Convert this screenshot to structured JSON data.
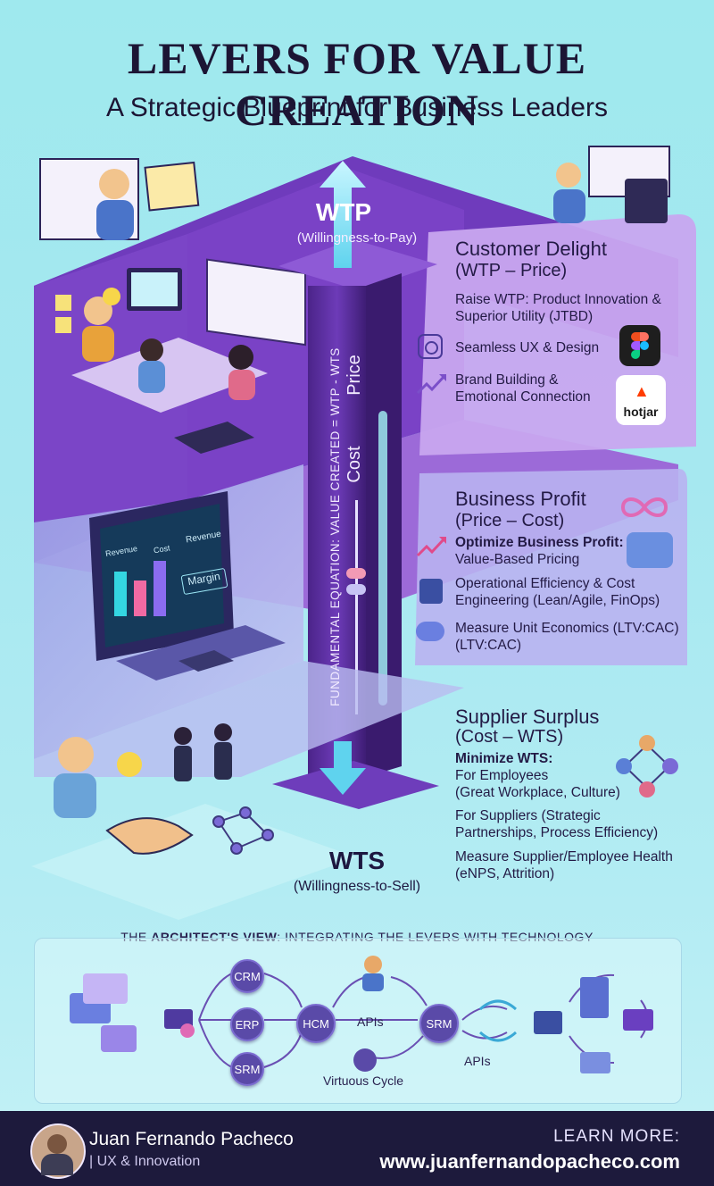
{
  "title": "LEVERS FOR VALUE CREATION",
  "subtitle": "A Strategic Blueprint for Business Leaders",
  "axis": {
    "wtp": "WTP",
    "wtp_sub": "(Willingness-to-Pay)",
    "wts": "WTS",
    "wts_sub": "(Willingness-to-Sell)",
    "price": "Price",
    "cost": "Cost",
    "equation": "FUNDAMENTAL EQUATION: VALUE CREATED = WTP - WTS"
  },
  "customer": {
    "title": "Customer Delight",
    "subtitle": "(WTP – Price)",
    "item1_line1": "Raise WTP: Product Innovation &",
    "item1_line2": "Superior Utility (JTBD)",
    "item2": "Seamless UX & Design",
    "item3_line1": "Brand Building &",
    "item3_line2": "Emotional Connection",
    "hotjar": "hotjar"
  },
  "business": {
    "title": "Business Profit",
    "subtitle": "(Price – Cost)",
    "item1_line1": "Optimize Business Profit:",
    "item1_line2": "Value-Based Pricing",
    "item2_line1": "Operational Efficiency & Cost",
    "item2_line2": "Engineering (Lean/Agile, FinOps)",
    "item3_line1": "Measure Unit Economics (LTV:CAC)",
    "item3_line2": "(LTV:CAC)"
  },
  "supplier": {
    "title": "Supplier Surplus",
    "subtitle": "(Cost – WTS)",
    "item1_line1": "Minimize WTS:",
    "item1_line2": "For Employees",
    "item1_line3": "(Great Workplace, Culture)",
    "item2_line1": "For Suppliers (Strategic",
    "item2_line2": "Partnerships, Process Efficiency)",
    "item3_line1": "Measure Supplier/Employee Health",
    "item3_line2": "(eNPS, Attrition)"
  },
  "illustration": {
    "screen_revenue": "Revenue",
    "screen_cost": "Cost",
    "screen_revenue2": "Revenue",
    "screen_margin": "Margin"
  },
  "architect": {
    "title_prefix": "THE ",
    "title_bold": "ARCHITECT'S VIEW",
    "title_rest": ": INTEGRATING THE LEVERS WITH TECHNOLOGY",
    "crm": "CRM",
    "erp": "ERP",
    "srm": "SRM",
    "hcm": "HCM",
    "srm2": "SRM",
    "apis": "APIs",
    "apis2": "APIs",
    "cycle": "Virtuous Cycle"
  },
  "footer": {
    "name": "Juan Fernando Pacheco",
    "role": "| UX & Innovation",
    "learn": "LEARN MORE:",
    "url": "www.juanfernandopacheco.com"
  },
  "colors": {
    "purple_dark": "#5b2fa3",
    "purple_mid": "#8a52cf",
    "panel": "#c9a5ef",
    "navy": "#1d1a3c",
    "arrow": "#8fe3f2"
  }
}
